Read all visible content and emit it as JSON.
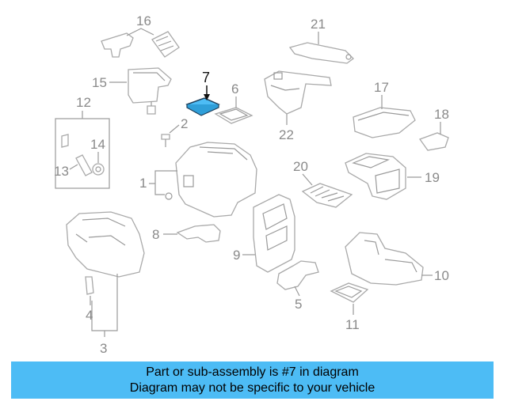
{
  "callouts": [
    "1",
    "2",
    "3",
    "4",
    "5",
    "6",
    "7",
    "8",
    "9",
    "10",
    "11",
    "12",
    "13",
    "14",
    "15",
    "16",
    "17",
    "18",
    "19",
    "20",
    "21",
    "22"
  ],
  "highlighted_part": "7",
  "banner": {
    "line1": "Part or sub-assembly is #7 in diagram",
    "line2": "Diagram may not be specific to your vehicle",
    "color": "#4dbcf5"
  },
  "colors": {
    "highlight_fill": "#4dbcf5",
    "line_art": "#a9a9a9"
  }
}
